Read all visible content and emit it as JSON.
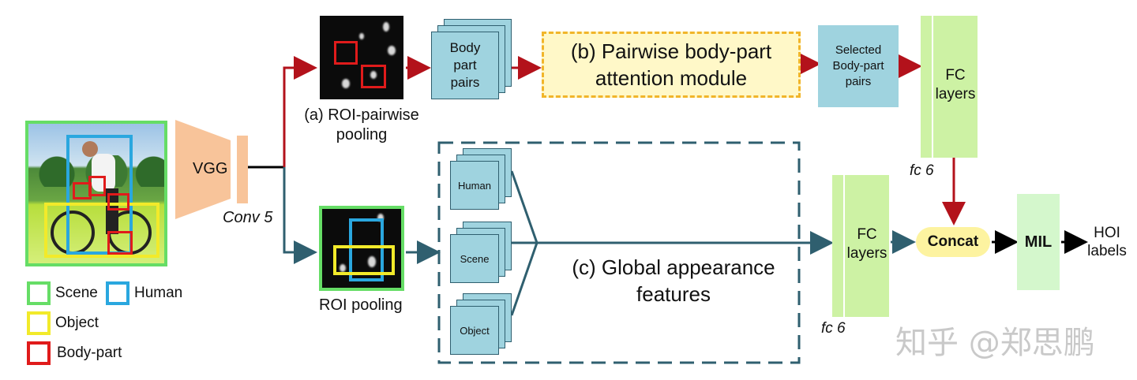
{
  "input": {
    "legend": {
      "scene": "Scene",
      "human": "Human",
      "object": "Object",
      "body_part": "Body-part"
    },
    "colors": {
      "scene": "#66dd66",
      "human": "#2aa7df",
      "object": "#f2ea2a",
      "body_part": "#e01b1b"
    }
  },
  "backbone": {
    "vgg_label": "VGG",
    "conv_label": "Conv 5"
  },
  "roi_pairwise": {
    "caption": "(a) ROI-pairwise pooling"
  },
  "roi_pooling": {
    "caption": "ROI pooling"
  },
  "body_part_pairs": {
    "label": "Body part pairs"
  },
  "attention": {
    "title": "(b) Pairwise body-part attention module"
  },
  "selected": {
    "label": "Selected Body-part pairs"
  },
  "fc_top": {
    "label": "FC layers",
    "caption": "fc 6"
  },
  "global": {
    "title": "(c) Global appearance features",
    "human_label": "Human",
    "scene_label": "Scene",
    "object_label": "Object"
  },
  "fc_bottom": {
    "label": "FC layers",
    "caption": "fc 6"
  },
  "concat": {
    "label": "Concat"
  },
  "mil": {
    "label": "MIL"
  },
  "output": {
    "label": "HOI labels"
  },
  "watermark": {
    "text": "知乎 @郑思鹏"
  },
  "colors": {
    "dark_arrow": "#2f5f6f",
    "red_arrow": "#b3121b",
    "teal_card": "#9fd3df",
    "green_layer": "#cdf2a4",
    "vgg_fill": "#f8c49a",
    "attention_fill": "#fff8c8",
    "attention_border": "#f1b52a",
    "concat_fill": "#fdf3a0"
  }
}
